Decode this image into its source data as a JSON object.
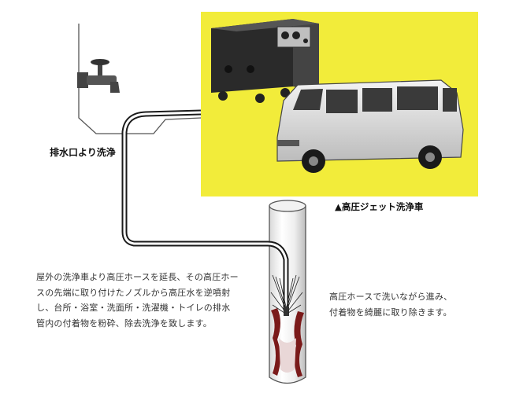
{
  "diagram": {
    "drain_label": "排水口より洗浄",
    "photo_caption": "▲高圧ジェット洗浄車",
    "left_description": [
      "屋外の洗浄車より高圧ホースを延長、その高圧ホー",
      "スの先端に取り付けたノズルから高圧水を逆噴射",
      "し、台所・浴室・洗面所・洗濯機・トイレの排水",
      "管内の付着物を粉砕、除去洗浄を致します。"
    ],
    "right_description": [
      "高圧ホースで洗いながら進み、",
      "付着物を綺麗に取り除きます。"
    ],
    "colors": {
      "photo_background": "#f2ec3a",
      "pipe_outline": "#555555",
      "hose_outline": "#1a1a1a",
      "deposit": "#7a1a1a",
      "text": "#333333"
    },
    "icons": [
      "water-faucet-icon",
      "pressure-washer-unit-icon",
      "van-icon",
      "nozzle-spray-icon"
    ]
  }
}
